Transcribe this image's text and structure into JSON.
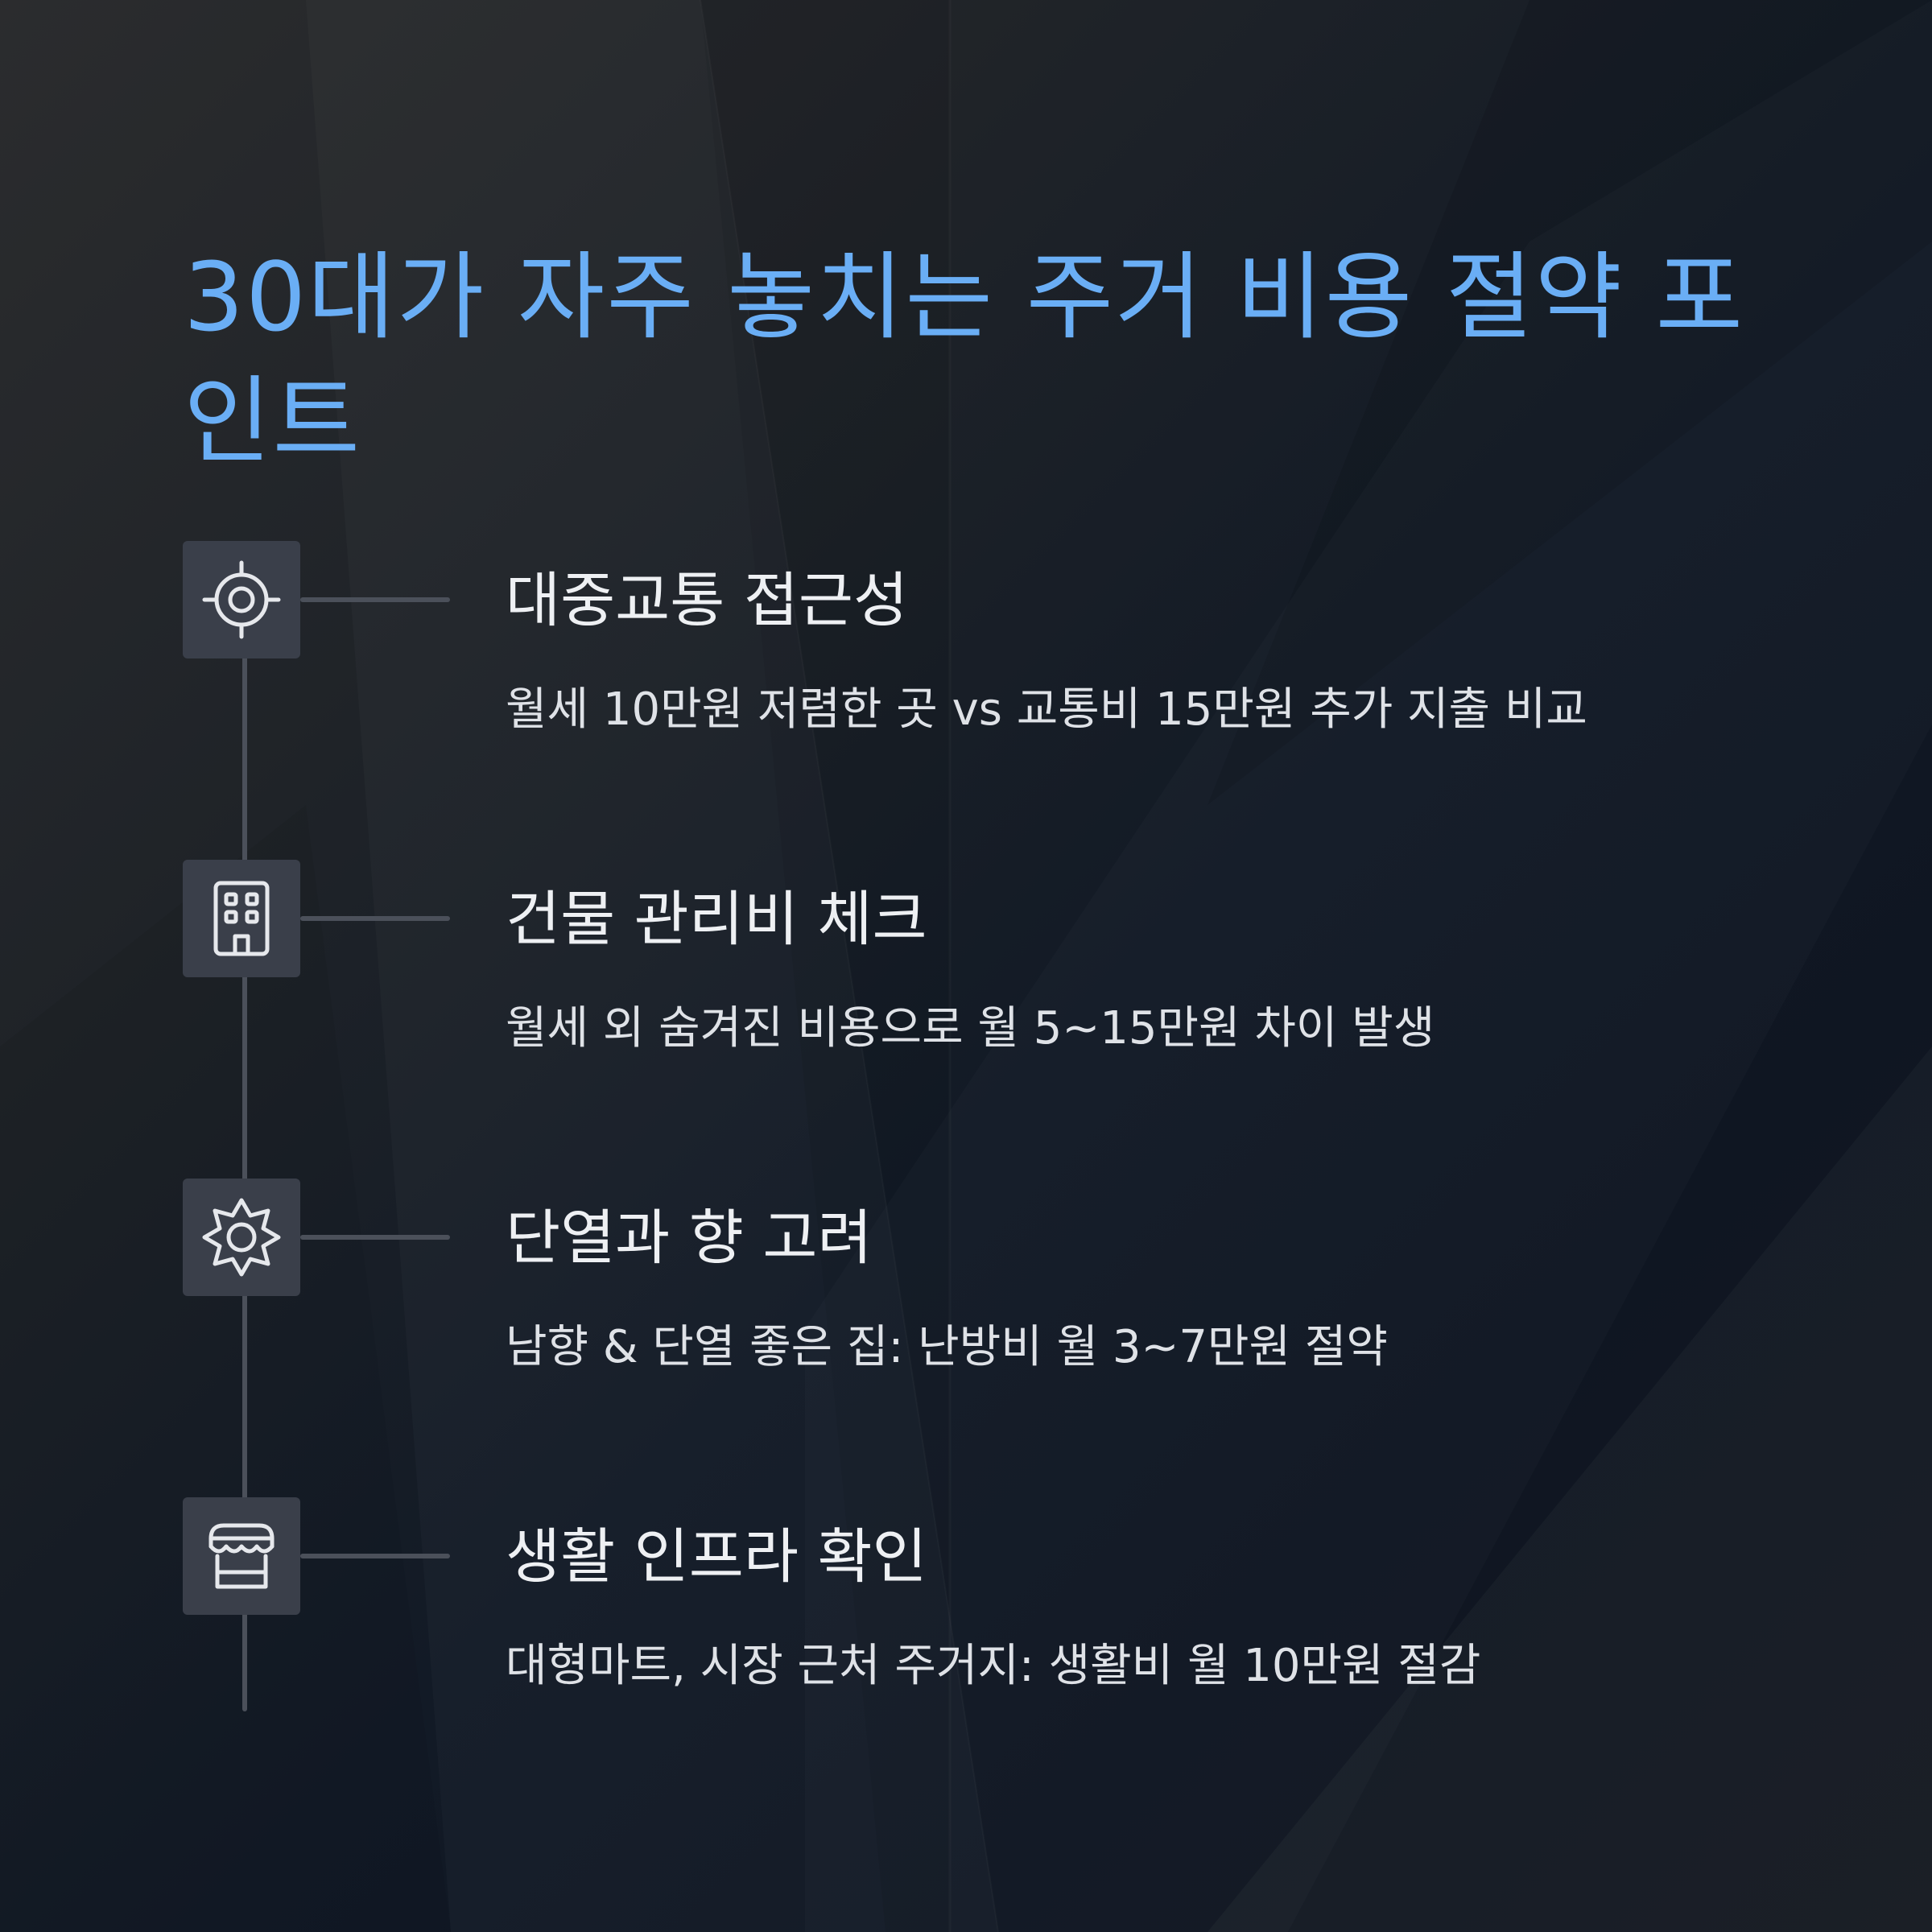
{
  "title": "30대가 자주 놓치는 주거 비용 절약 포인트",
  "colors": {
    "title": "#6aaef5",
    "icon_box": "#3a3f4a",
    "line": "#4b505a",
    "text": "#eef0f3"
  },
  "items": [
    {
      "icon": "crosshair-icon",
      "title": "대중교통 접근성",
      "description": "월세 10만원 저렴한 곳 vs 교통비 15만원 추가 지출 비교"
    },
    {
      "icon": "building-icon",
      "title": "건물 관리비 체크",
      "description": "월세 외 숨겨진 비용으로 월 5~15만원 차이 발생"
    },
    {
      "icon": "sun-icon",
      "title": "단열과 향 고려",
      "description": "남향 & 단열 좋은 집: 난방비 월 3~7만원 절약"
    },
    {
      "icon": "storefront-icon",
      "title": "생활 인프라 확인",
      "description": "대형마트, 시장 근처 주거지: 생활비 월 10만원 절감"
    }
  ]
}
